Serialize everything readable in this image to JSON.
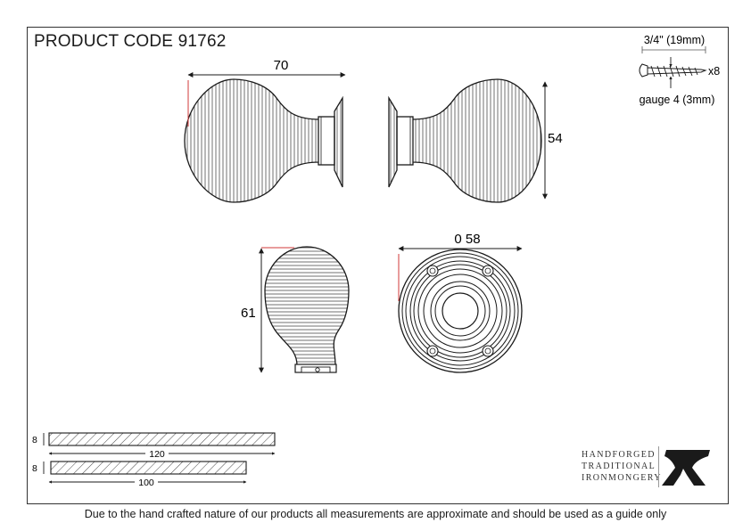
{
  "header": {
    "product_code": "PRODUCT CODE 91762"
  },
  "dimensions": {
    "side_length": "70",
    "side_height": "54",
    "front_height": "61",
    "rose_diameter": "0 58"
  },
  "screw": {
    "length": "3/4\" (19mm)",
    "quantity": "x8",
    "gauge": "gauge 4 (3mm)"
  },
  "spindles": [
    {
      "length": "120",
      "thickness": "8"
    },
    {
      "length": "100",
      "thickness": "8"
    }
  ],
  "brand": {
    "lines": [
      "HANDFORGED",
      "TRADITIONAL",
      "IRONMONGERY"
    ],
    "logo": "anvil-logo"
  },
  "footer": {
    "note": "Due to the hand crafted nature of our products all measurements are approximate and should be used as a guide only"
  },
  "colors": {
    "line": "#1a1a1a",
    "accent": "#d23a3a"
  }
}
